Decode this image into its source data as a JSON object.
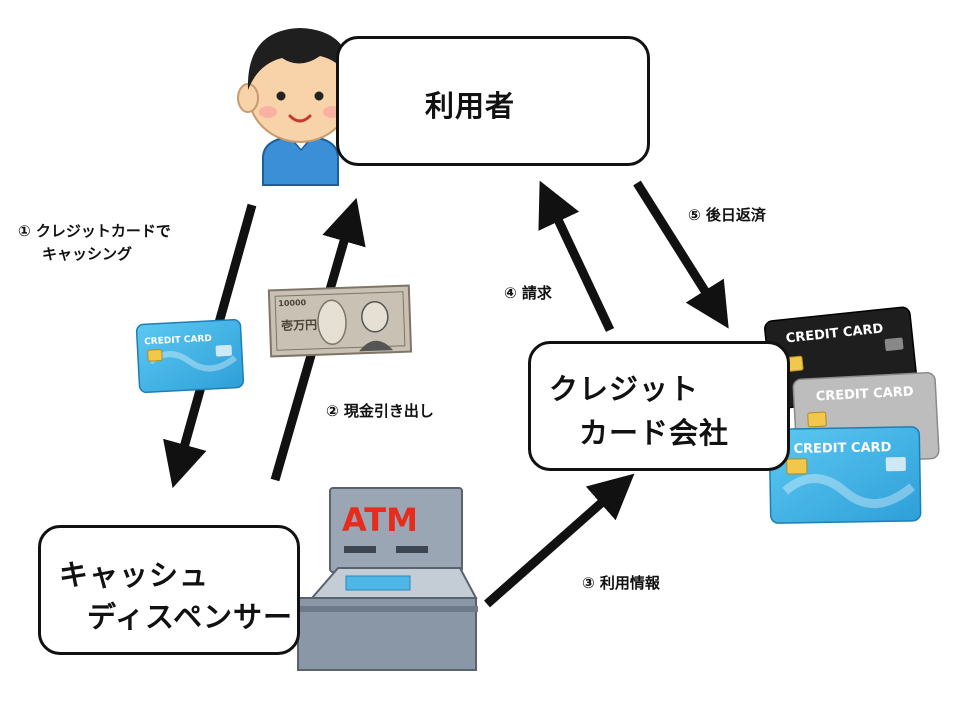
{
  "nodes": {
    "user": "利用者",
    "card_company_line1": "クレジット",
    "card_company_line2": "カード会社",
    "dispenser_line1": "キャッシュ",
    "dispenser_line2": "ディスペンサー"
  },
  "steps": {
    "s1_line1": "① クレジットカードで",
    "s1_line2": "キャッシング",
    "s2": "② 現金引き出し",
    "s3": "③ 利用情報",
    "s4": "④ 請求",
    "s5": "⑤ 後日返済"
  },
  "illustrations": {
    "card_text": "CREDIT CARD",
    "atm_text": "ATM",
    "banknote_value": "10000",
    "banknote_text": "壱万円"
  },
  "colors": {
    "box_border": "#111111",
    "arrow": "#111111",
    "card_blue": "#3fb4e6",
    "card_black": "#1e1e1e",
    "card_silver": "#bdbdbd",
    "atm_body": "#8a97a6",
    "atm_text": "#e62c1c",
    "person_shirt": "#3b8fd6"
  }
}
